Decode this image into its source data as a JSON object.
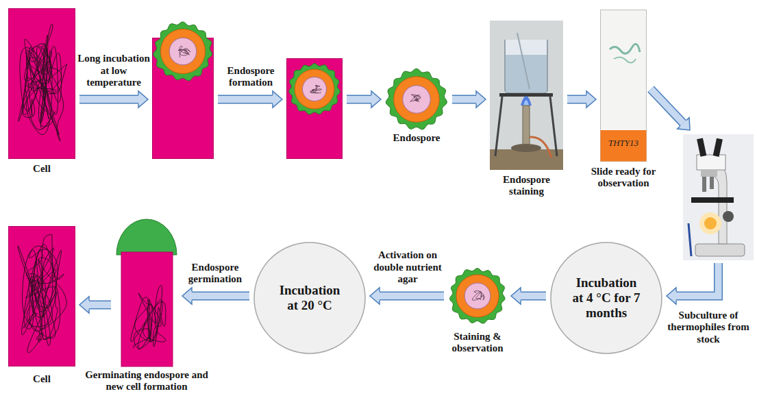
{
  "diagram": {
    "nodes": [
      {
        "text": [
          "Cell"
        ]
      },
      {
        "text": []
      },
      {
        "text": []
      },
      {
        "text": [
          "Endospore"
        ]
      },
      {
        "text": [
          "Endospore staining"
        ]
      },
      {
        "text": [
          "THTY13",
          "Slide ready for observation"
        ]
      },
      {
        "text": []
      },
      {
        "text": [
          "Incubation at 4 °C for 7 months"
        ]
      },
      {
        "text": [
          "Staining & observation"
        ]
      },
      {
        "text": [
          "Incubation at 20 °C"
        ]
      },
      {
        "text": [
          "Germinating endospore and new cell formation"
        ]
      },
      {
        "text": [
          "Cell"
        ]
      }
    ],
    "edges": [
      {
        "from": 0,
        "to": 1,
        "arrow": "to",
        "label": "Long incubation at low temperature"
      },
      {
        "from": 1,
        "to": 2,
        "arrow": "to",
        "label": "Endospore formation"
      },
      {
        "from": 2,
        "to": 3,
        "arrow": "to"
      },
      {
        "from": 3,
        "to": 4,
        "arrow": "to"
      },
      {
        "from": 4,
        "to": 5,
        "arrow": "to"
      },
      {
        "from": 5,
        "to": 6,
        "arrow": "to"
      },
      {
        "from": 6,
        "to": 7,
        "arrow": "to",
        "label": "Subculture of thermophiles from stock"
      },
      {
        "from": 7,
        "to": 8,
        "arrow": "to"
      },
      {
        "from": 8,
        "to": 9,
        "arrow": "to",
        "label": "Activation on double nutrient agar"
      },
      {
        "from": 9,
        "to": 10,
        "arrow": "to",
        "label": "Endospore germination"
      },
      {
        "from": 10,
        "to": 11,
        "arrow": "to"
      }
    ]
  }
}
